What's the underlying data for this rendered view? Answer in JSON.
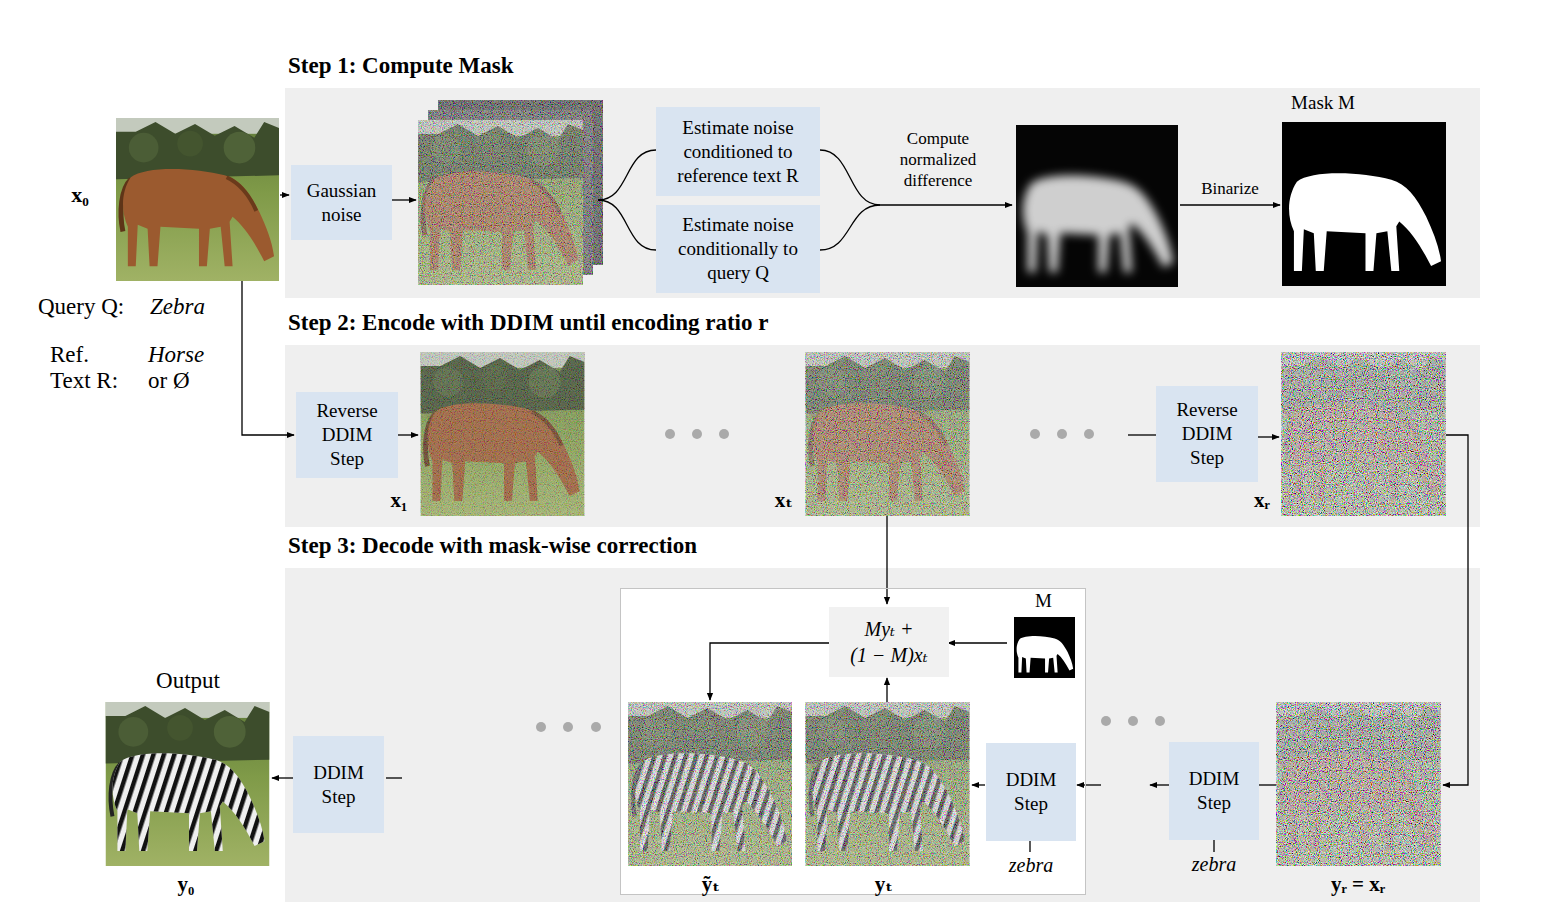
{
  "diagram": {
    "nodes": [
      {
        "text": [
          "Step 1: Compute Mask"
        ]
      },
      {
        "text": [
          "Gaussian noise"
        ],
        "in": 0
      },
      {
        "text": [
          "Estimate noise conditioned to reference text R"
        ],
        "in": 0
      },
      {
        "text": [
          "Estimate noise conditionally to query Q"
        ],
        "in": 0
      },
      {
        "text": [
          "Step 2: Encode with DDIM until encoding ratio r"
        ]
      },
      {
        "text": [
          "Reverse DDIM Step"
        ],
        "in": 4
      },
      {
        "text": [
          "Reverse DDIM Step"
        ],
        "in": 4
      },
      {
        "text": [
          "Step 3: Decode with mask-wise correction"
        ]
      },
      {
        "text": [
          "M"
        ],
        "in": 7
      },
      {
        "text": [
          "Myₜ + (1 − M)xₜ"
        ],
        "in": 8
      },
      {
        "text": [
          "DDIM Step",
          "zebra"
        ],
        "in": 8
      },
      {
        "text": [
          "DDIM Step",
          "zebra"
        ],
        "in": 7
      },
      {
        "text": [
          "DDIM Step"
        ],
        "in": 7
      }
    ],
    "labels": [
      "x₀",
      "Query Q:",
      "Zebra",
      "Ref.",
      "Text R:",
      "Horse",
      "or Ø",
      "Compute normalized difference",
      "Binarize",
      "Mask M",
      "x₁",
      "xₜ",
      "xᵣ",
      "ỹₜ",
      "yₜ",
      "yᵣ = xᵣ",
      "Output",
      "y₀"
    ]
  }
}
